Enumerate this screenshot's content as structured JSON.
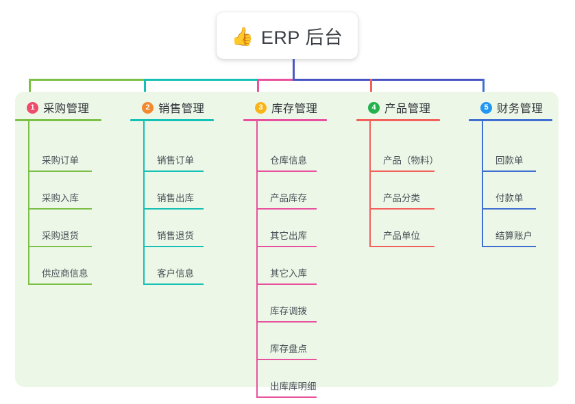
{
  "root": {
    "icon": "thumbs-up-icon",
    "icon_glyph": "👍",
    "title": "ERP 后台",
    "stem_color": "#4a55c4"
  },
  "panel": {
    "background": "#edf7e8"
  },
  "columns": [
    {
      "number": "1",
      "title": "采购管理",
      "color": "#7cc047",
      "badge_color": "#ef4b6b",
      "items": [
        "采购订单",
        "采购入库",
        "采购退货",
        "供应商信息"
      ]
    },
    {
      "number": "2",
      "title": "销售管理",
      "color": "#14c1b4",
      "badge_color": "#f3892f",
      "items": [
        "销售订单",
        "销售出库",
        "销售退货",
        "客户信息"
      ]
    },
    {
      "number": "3",
      "title": "库存管理",
      "color": "#e8519e",
      "badge_color": "#f9b418",
      "items": [
        "仓库信息",
        "产品库存",
        "其它出库",
        "其它入库",
        "库存调拨",
        "库存盘点",
        "出库库明细"
      ]
    },
    {
      "number": "4",
      "title": "产品管理",
      "color": "#f2605c",
      "badge_color": "#23b14d",
      "items": [
        "产品（物料）",
        "产品分类",
        "产品单位"
      ]
    },
    {
      "number": "5",
      "title": "财务管理",
      "color": "#3f6fd0",
      "badge_color": "#2196f3",
      "items": [
        "回款单",
        "付款单",
        "结算账户"
      ]
    }
  ],
  "trunk": {
    "color_primary": "#4a55c4"
  }
}
